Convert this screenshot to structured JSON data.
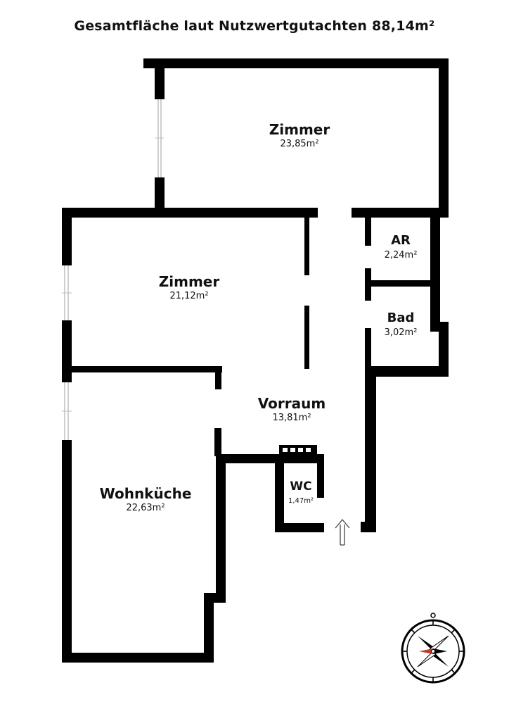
{
  "title": "Gesamtfläche laut Nutzwertgutachten 88,14m²",
  "rooms": [
    {
      "name": "Zimmer",
      "area": "23,85m²"
    },
    {
      "name": "Zimmer",
      "area": "21,12m²"
    },
    {
      "name": "AR",
      "area": "2,24m²"
    },
    {
      "name": "Bad",
      "area": "3,02m²"
    },
    {
      "name": "Vorraum",
      "area": "13,81m²"
    },
    {
      "name": "Wohnküche",
      "area": "22,63m²"
    },
    {
      "name": "WC",
      "area": "1,47m²"
    }
  ],
  "compass": {
    "icon": "compass-rose-icon",
    "north_marker_color": "#c0392b"
  },
  "entrance": {
    "icon": "entrance-arrow-icon"
  },
  "colors": {
    "wall": "#000000",
    "window": "#bdbdbd",
    "background": "#ffffff"
  }
}
